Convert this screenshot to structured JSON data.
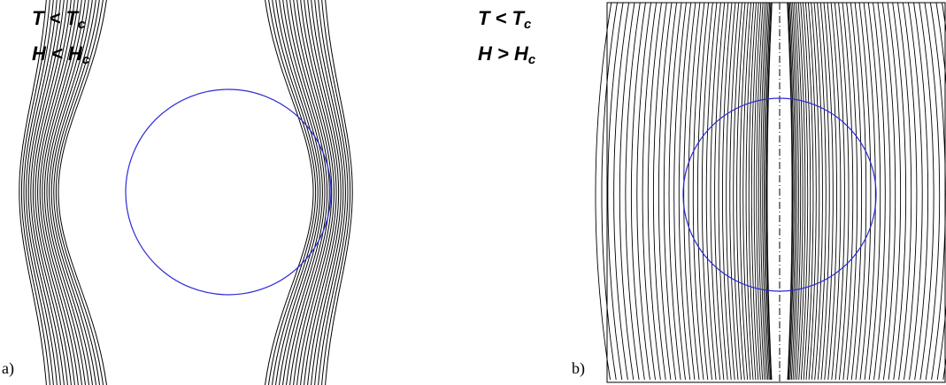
{
  "panel_a": {
    "label": "a)",
    "cond_T_main": "T < T",
    "cond_T_sub": "c",
    "cond_H_main": "H < H",
    "cond_H_sub": "c",
    "line_color": "#000000",
    "circle_color": "#2a2ad8"
  },
  "panel_b": {
    "label": "b)",
    "cond_T_main": "T < T",
    "cond_T_sub": "c",
    "cond_H_main": "H > H",
    "cond_H_sub": "c",
    "line_color": "#000000",
    "circle_color": "#2a2ad8"
  }
}
